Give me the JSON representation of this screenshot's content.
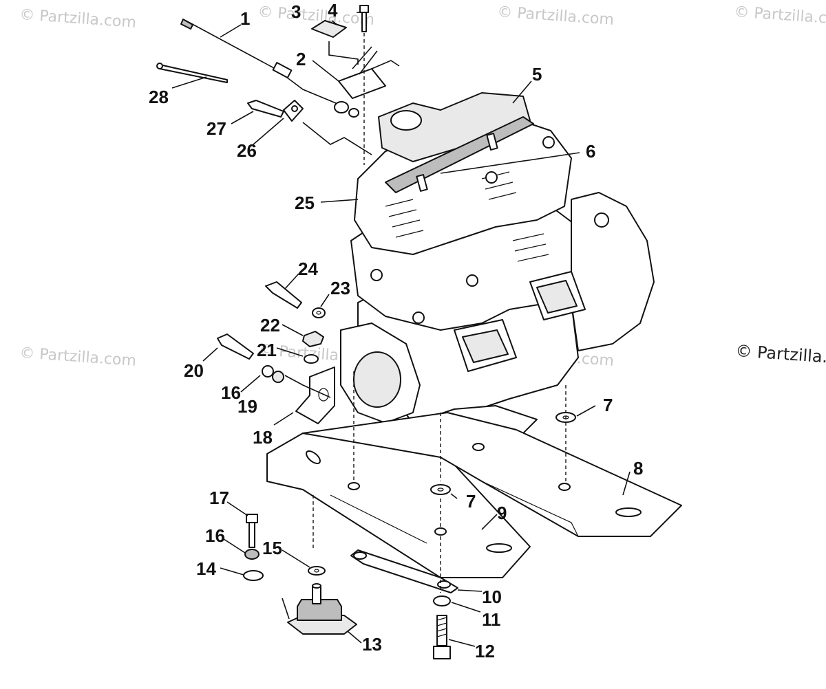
{
  "watermarks": {
    "text": "© Partzilla.com",
    "side_text": "© Partzilla.c"
  },
  "callouts": [
    {
      "id": "c1",
      "label": "1"
    },
    {
      "id": "c2",
      "label": "2"
    },
    {
      "id": "c3",
      "label": "3"
    },
    {
      "id": "c4",
      "label": "4"
    },
    {
      "id": "c5",
      "label": "5"
    },
    {
      "id": "c6",
      "label": "6"
    },
    {
      "id": "c7a",
      "label": "7"
    },
    {
      "id": "c7b",
      "label": "7"
    },
    {
      "id": "c8",
      "label": "8"
    },
    {
      "id": "c9",
      "label": "9"
    },
    {
      "id": "c10",
      "label": "10"
    },
    {
      "id": "c11",
      "label": "11"
    },
    {
      "id": "c12",
      "label": "12"
    },
    {
      "id": "c13",
      "label": "13"
    },
    {
      "id": "c14",
      "label": "14"
    },
    {
      "id": "c15",
      "label": "15"
    },
    {
      "id": "c16a",
      "label": "16"
    },
    {
      "id": "c16b",
      "label": "16"
    },
    {
      "id": "c17",
      "label": "17"
    },
    {
      "id": "c18",
      "label": "18"
    },
    {
      "id": "c19",
      "label": "19"
    },
    {
      "id": "c20",
      "label": "20"
    },
    {
      "id": "c21",
      "label": "21"
    },
    {
      "id": "c22",
      "label": "22"
    },
    {
      "id": "c23",
      "label": "23"
    },
    {
      "id": "c24",
      "label": "24"
    },
    {
      "id": "c25",
      "label": "25"
    },
    {
      "id": "c26",
      "label": "26"
    },
    {
      "id": "c27",
      "label": "27"
    },
    {
      "id": "c28",
      "label": "28"
    }
  ]
}
